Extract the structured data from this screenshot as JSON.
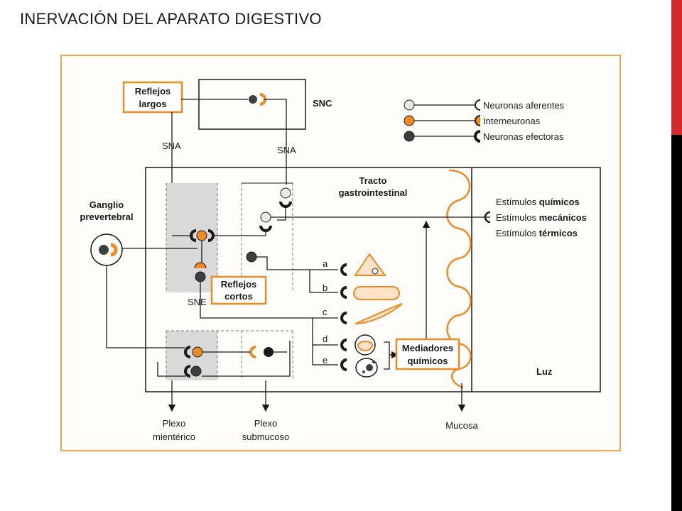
{
  "title": "INERVACIÓN DEL APARATO DIGESTIVO",
  "colors": {
    "orange": "#f08a24",
    "panel_border": "#f0a552",
    "dark_neuron": "#3c3f40",
    "gray_band": "#d9d9d9",
    "accent_red": "#d32a2a"
  },
  "diagram": {
    "labels": {
      "reflejos_largos": [
        "Reflejos",
        "largos"
      ],
      "snc": "SNC",
      "sna_left": "SNA",
      "sna_right": "SNA",
      "ganglio": [
        "Ganglio",
        "prevertebral"
      ],
      "tracto": [
        "Tracto",
        "gastrointestinal"
      ],
      "reflejos_cortos": [
        "Reflejos",
        "cortos"
      ],
      "sne": "SNE",
      "mediadores": [
        "Mediadores",
        "químicos"
      ],
      "luz": "Luz",
      "mucosa": "Mucosa",
      "plexo_mienterico": [
        "Plexo",
        "mientérico"
      ],
      "plexo_submucoso": [
        "Plexo",
        "submucoso"
      ]
    },
    "effector_letters": [
      "a",
      "b",
      "c",
      "d",
      "e"
    ],
    "legend": [
      {
        "label": "Neuronas aferentes",
        "fill": "#e8e8e8"
      },
      {
        "label": "Interneuronas",
        "fill": "#f08a24"
      },
      {
        "label": "Neuronas efectoras",
        "fill": "#3c3f40"
      }
    ],
    "stimuli": [
      {
        "prefix": "Estímulos ",
        "bold": "químicos"
      },
      {
        "prefix": "Estímulos ",
        "bold": "mecánicos"
      },
      {
        "prefix": "Estímulos ",
        "bold": "térmicos"
      }
    ]
  }
}
